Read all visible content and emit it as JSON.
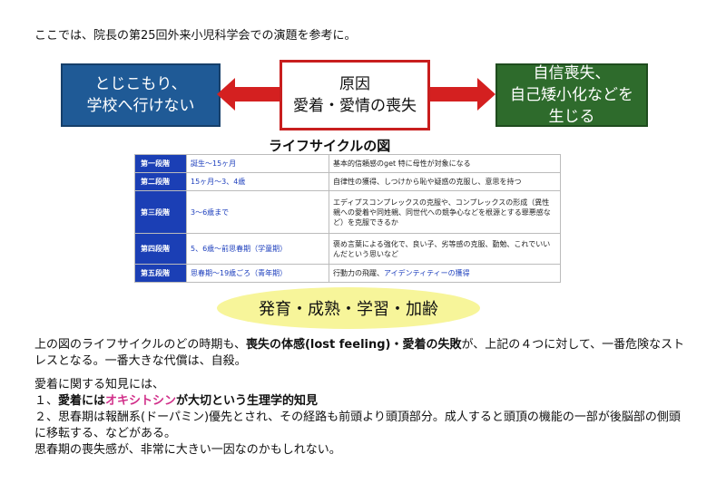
{
  "intro": "ここでは、院長の第25回外来小児科学会での演題を参考に。",
  "boxes": {
    "left": [
      "とじこもり、",
      "学校へ行けない"
    ],
    "center": [
      "原因",
      "愛着・愛情の喪失"
    ],
    "right": [
      "自信喪失、",
      "自己矮小化などを",
      "生じる"
    ]
  },
  "colors": {
    "left_box": "#1f5a96",
    "center_border": "#c81e1e",
    "right_box": "#2e6b2c",
    "arrow": "#d42020",
    "stage_cell": "#1b3fb5",
    "ellipse": "#f7f59a",
    "highlight_pink": "#d1308a"
  },
  "lifecycle": {
    "title": "ライフサイクルの図",
    "rows": [
      {
        "stage": "第一段階",
        "age": "誕生〜15ヶ月",
        "desc": "基本的信頼感のget 特に母性が対象になる"
      },
      {
        "stage": "第二段階",
        "age": "15ヶ月〜3、4歳",
        "desc": "自律性の獲得、しつけから恥や疑惑の克服し、意思を持つ"
      },
      {
        "stage": "第三段階",
        "age": "3〜6歳まで",
        "desc": "エディプスコンプレックスの克服や、コンプレックスの形成（異性親への愛着や同姓親、同世代への競争心などを根源とする罪悪感など）を克服できるか"
      },
      {
        "stage": "第四段階",
        "age": "5、6歳〜前思春期（学童期）",
        "desc": "褒め言葉による強化で、良い子、劣等感の克服、勤勉、これでいいんだという思いなど"
      },
      {
        "stage": "第五段階",
        "age": "思春期〜19歳ごろ（青年期）",
        "desc": "行動力の飛躍、",
        "desc_highlight": "アイデンティティーの獲得"
      }
    ]
  },
  "ellipse": "発育・成熟・学習・加齢",
  "para1": {
    "a": "上の図のライフサイクルのどの時期も、",
    "b": "喪失の体感(lost feeling)・愛着の失敗",
    "c": "が、上記の４つに対して、一番危険なストレスとなる。一番大きな代償は、自殺。"
  },
  "para2": {
    "line1": "愛着に関する知見には、",
    "line2_prefix": "１、",
    "line2_a": "愛着には",
    "line2_pink": "オキシトシン",
    "line2_b": "が大切という生理学的知見",
    "line3": "２、思春期は報酬系(ドーパミン)優先とされ、その経路も前頭より頭頂部分。成人すると頭頂の機能の一部が後脳部の側頭に移転する、などがある。",
    "line4": "思春期の喪失感が、非常に大きい一因なのかもしれない。"
  }
}
